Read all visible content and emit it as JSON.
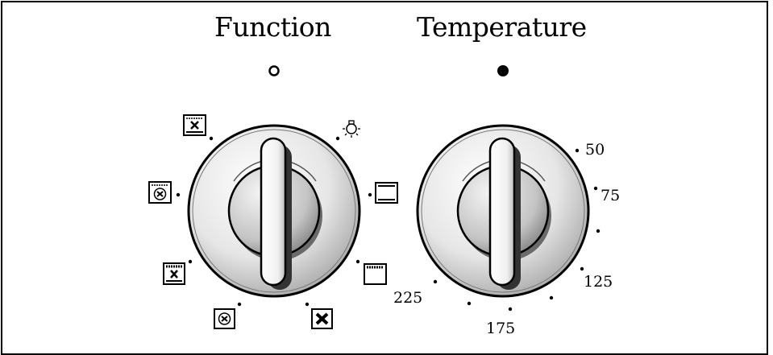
{
  "function_dial": {
    "title": "Function",
    "indicator_light": "off",
    "icons": [
      "fan-grill-icon",
      "light-bulb-icon",
      "fan-oven-icon",
      "conventional-oven-icon",
      "grill-fan-icon",
      "top-heat-icon",
      "defrost-fan-icon",
      "fan-bottom-heat-icon"
    ]
  },
  "temperature_dial": {
    "title": "Temperature",
    "indicator_light": "on",
    "scale": {
      "t50": "50",
      "t75": "75",
      "t125": "125",
      "t175": "175",
      "t225": "225"
    }
  }
}
